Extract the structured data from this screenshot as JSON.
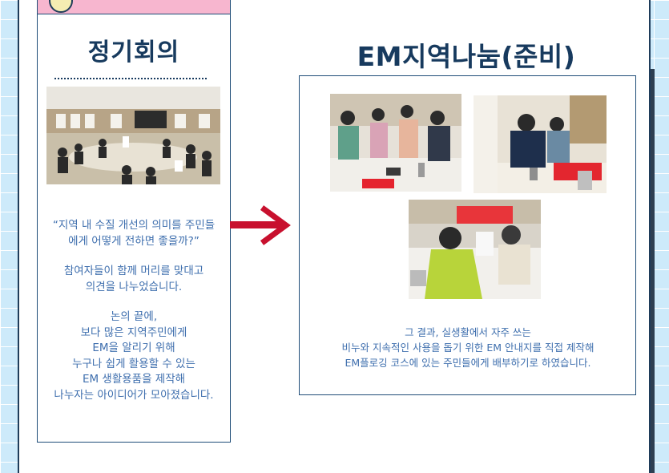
{
  "left_card": {
    "title": "정기회의",
    "paragraphs": [
      [
        "“지역 내 수질 개선의 의미를 주민들",
        "에게 어떻게 전하면 좋을까?”"
      ],
      [
        "참여자들이 함께 머리를 맞대고",
        "의견을 나누었습니다."
      ],
      [
        "논의 끝에,",
        "보다 많은 지역주민에게",
        "EM을 알리기 위해",
        "누구나 쉽게 활용할 수 있는",
        "EM 생활용품을 제작해",
        "나누자는 아이디어가 모아졌습니다."
      ]
    ]
  },
  "right_card": {
    "title": "EM지역나눔(준비)",
    "lines": [
      "그 결과, 실생활에서 자주 쓰는",
      "비누와 지속적인 사용을 돕기 위한 EM 안내지를 직접 제작해",
      "EM플로깅 코스에 있는 주민들에게 배부하기로 하였습니다."
    ]
  },
  "colors": {
    "title": "#173a5e",
    "body_text": "#3f6fae",
    "arrow": "#c8102e",
    "card_header": "#f7b6cf",
    "background": "#cdeafa"
  },
  "icons": [
    "right-arrow-icon"
  ]
}
